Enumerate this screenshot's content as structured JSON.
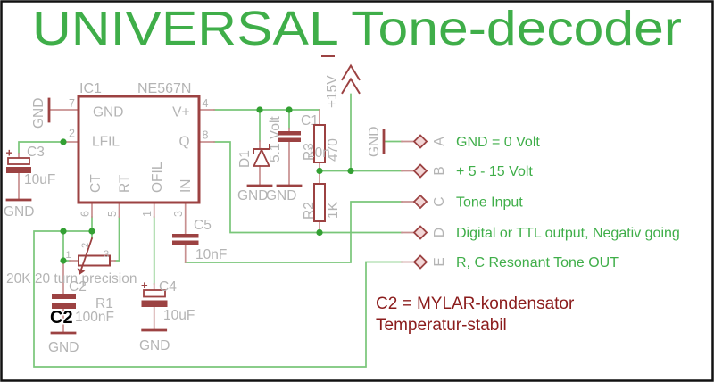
{
  "title": "UNIVERSAL Tone-decoder",
  "colors": {
    "green_text": "#3fae49",
    "wire": "#79c679",
    "junction": "#33a033",
    "symbol": "#9c4242",
    "stub": "#c89090",
    "gray": "#b4b4b4",
    "note": "#8b1c1c",
    "pad": "#f2d6d6",
    "frame": "#111111"
  },
  "gnd": "GND",
  "power": {
    "v15": "+15V"
  },
  "symbols": {
    "plus": "+"
  },
  "ic": {
    "ref": "IC1",
    "part": "NE567N",
    "pin7": {
      "num": "7",
      "label": "GND"
    },
    "pin2": {
      "num": "2",
      "label": "LFIL"
    },
    "pin4": {
      "num": "4",
      "label": "V+"
    },
    "pin8": {
      "num": "8",
      "label": "Q"
    },
    "pin6": {
      "num": "6",
      "label": "CT"
    },
    "pin5": {
      "num": "5",
      "label": "RT"
    },
    "pin1": {
      "num": "1",
      "label": "OFIL"
    },
    "pin3": {
      "num": "3",
      "label": "IN"
    }
  },
  "parts": {
    "C3": {
      "ref": "C3",
      "value": "10uF"
    },
    "D1": {
      "ref": "D1",
      "value": "5.1 Volt"
    },
    "C1": {
      "ref": "C1",
      "value": "10n"
    },
    "R3": {
      "ref": "R3",
      "value": "470"
    },
    "R2": {
      "ref": "R2",
      "value": "1K"
    },
    "C5": {
      "ref": "C5",
      "value": "10nF"
    },
    "C4": {
      "ref": "C4",
      "value": "10uF"
    },
    "C2": {
      "ref": "C2",
      "value": "100nF"
    },
    "R1": {
      "ref": "R1",
      "note": "20K 20 turn precision"
    },
    "pot": {
      "pin1": "1",
      "pin2": "2",
      "pin3": "3"
    }
  },
  "connectors": [
    {
      "id": "A",
      "desc": "GND = 0 Volt"
    },
    {
      "id": "B",
      "desc": "+ 5 - 15 Volt"
    },
    {
      "id": "C",
      "desc": "Tone Input"
    },
    {
      "id": "D",
      "desc": "Digital or TTL output, Negativ going"
    },
    {
      "id": "E",
      "desc": "R, C Resonant Tone OUT"
    }
  ],
  "annotation": {
    "c2_overlay": "C2"
  },
  "note": {
    "line1": "C2 = MYLAR-kondensator",
    "line2": "Temperatur-stabil"
  }
}
